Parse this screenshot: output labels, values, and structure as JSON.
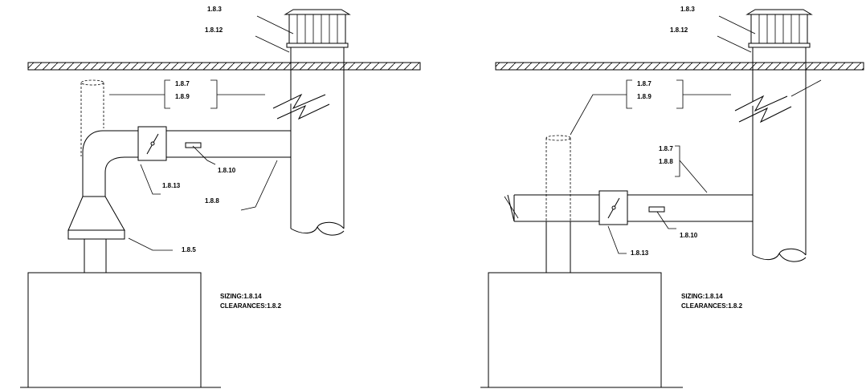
{
  "left": {
    "ref_cap": "1.8.3",
    "ref_flashing": "1.8.12",
    "ref_bracket_1": "1.8.7",
    "ref_bracket_2": "1.8.9",
    "ref_draft_gauge": "1.8.10",
    "ref_damper": "1.8.13",
    "ref_connector": "1.8.8",
    "ref_draft_hood": "1.8.5",
    "sizing": "SIZING:1.8.14",
    "clearances": "CLEARANCES:1.8.2"
  },
  "right": {
    "ref_cap": "1.8.3",
    "ref_flashing": "1.8.12",
    "ref_bracket_1": "1.8.7",
    "ref_bracket_2": "1.8.9",
    "ref_conn_1": "1.8.7",
    "ref_conn_2": "1.8.8",
    "ref_draft_gauge": "1.8.10",
    "ref_damper": "1.8.13",
    "sizing": "SIZING:1.8.14",
    "clearances": "CLEARANCES:1.8.2"
  }
}
